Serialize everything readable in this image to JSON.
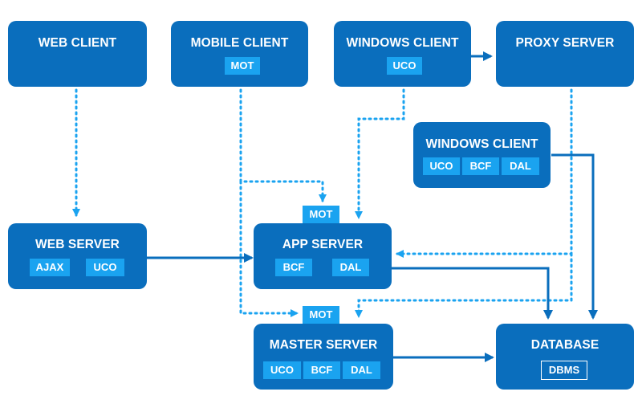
{
  "colors": {
    "box": "#0a6ebd",
    "tag": "#1aa3f0",
    "connector_dotted": "#1aa3f0",
    "connector_solid": "#0a6ebd"
  },
  "nodes": {
    "web_client": {
      "title": "WEB CLIENT"
    },
    "mobile_client": {
      "title": "MOBILE CLIENT",
      "tags": [
        "MOT"
      ]
    },
    "windows_client_top": {
      "title": "WINDOWS CLIENT",
      "tags": [
        "UCO"
      ]
    },
    "proxy_server": {
      "title": "PROXY SERVER"
    },
    "windows_client_mid": {
      "title": "WINDOWS CLIENT",
      "tags": [
        "UCO",
        "BCF",
        "DAL"
      ]
    },
    "web_server": {
      "title": "WEB SERVER",
      "tags": [
        "AJAX",
        "UCO"
      ]
    },
    "app_server": {
      "title": "APP SERVER",
      "tags": [
        "BCF",
        "DAL"
      ],
      "top_tag": "MOT"
    },
    "master_server": {
      "title": "MASTER SERVER",
      "tags": [
        "UCO",
        "BCF",
        "DAL"
      ],
      "top_tag": "MOT"
    },
    "database": {
      "title": "DATABASE",
      "tags": [
        "DBMS"
      ]
    }
  }
}
